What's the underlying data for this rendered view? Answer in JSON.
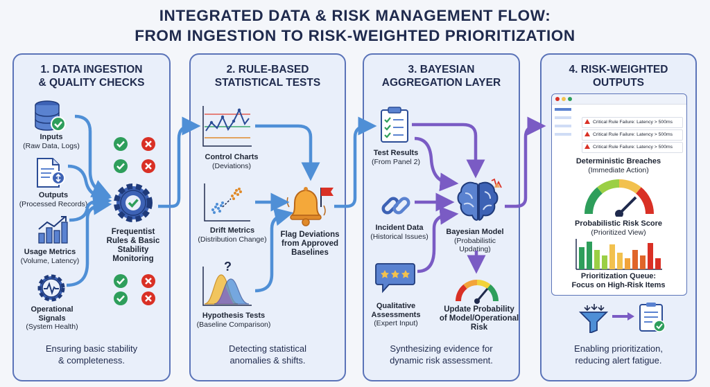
{
  "title": {
    "line1": "INTEGRATED DATA & RISK MANAGEMENT FLOW:",
    "line2": "FROM INGESTION TO RISK-WEIGHTED PRIORITIZATION"
  },
  "panel1": {
    "heading_line1": "1. DATA INGESTION",
    "heading_line2": "& QUALITY CHECKS",
    "inputs": {
      "title": "Inputs",
      "subtitle": "(Raw Data, Logs)"
    },
    "outputs": {
      "title": "Outputs",
      "subtitle": "(Processed Records)"
    },
    "usage": {
      "title": "Usage Metrics",
      "subtitle": "(Volume, Latency)"
    },
    "signals": {
      "title_line1": "Operational",
      "title_line2": "Signals",
      "subtitle": "(System Health)"
    },
    "engine_line1": "Frequentist",
    "engine_line2": "Rules & Basic",
    "engine_line3": "Stability",
    "engine_line4": "Monitoring",
    "footer_line1": "Ensuring basic stability",
    "footer_line2": "& completeness."
  },
  "panel2": {
    "heading_line1": "2. RULE-BASED",
    "heading_line2": "STATISTICAL TESTS",
    "control": {
      "title": "Control Charts",
      "subtitle": "(Deviations)"
    },
    "drift": {
      "title": "Drift Metrics",
      "subtitle": "(Distribution Change)"
    },
    "hypothesis": {
      "title": "Hypothesis Tests",
      "subtitle": "(Baseline Comparison)",
      "mark": "?"
    },
    "flag_line1": "Flag Deviations",
    "flag_line2": "from Approved",
    "flag_line3": "Baselines",
    "footer_line1": "Detecting statistical",
    "footer_line2": "anomalies & shifts."
  },
  "panel3": {
    "heading_line1": "3. BAYESIAN",
    "heading_line2": "AGGREGATION LAYER",
    "tests": {
      "title": "Test Results",
      "subtitle": "(From Panel 2)"
    },
    "incident": {
      "title": "Incident Data",
      "subtitle": "(Historical Issues)"
    },
    "qualitative": {
      "title_line1": "Qualitative",
      "title_line2": "Assessments",
      "subtitle": "(Expert Input)"
    },
    "model": {
      "title": "Bayesian Model",
      "subtitle_line1": "(Probabilistic",
      "subtitle_line2": "Updating)"
    },
    "update_line1": "Update Probability",
    "update_line2": "of Model/Operational",
    "update_line3": "Risk",
    "footer_line1": "Synthesizing evidence for",
    "footer_line2": "dynamic risk assessment."
  },
  "panel4": {
    "heading_line1": "4. RISK-WEIGHTED",
    "heading_line2": "OUTPUTS",
    "alerts": [
      "Critical Rule Failure: Latency > 500ms",
      "Critical Rule Failure: Latency > 500ms",
      "Critical Rule Failure: Latency > 500ms"
    ],
    "breaches": {
      "title": "Deterministic Breaches",
      "subtitle": "(Immediate Action)"
    },
    "score": {
      "title": "Probabilistic Risk Score",
      "subtitle": "(Prioritized View)"
    },
    "queue": {
      "title": "Prioritization Queue:",
      "subtitle": "Focus on High-Risk Items"
    },
    "footer_line1": "Enabling prioritization,",
    "footer_line2": "reducing alert fatigue."
  },
  "colors": {
    "panel_border": "#5a73b8",
    "panel_fill": "#e9effa",
    "arrow_blue": "#4f8fd6",
    "arrow_purple": "#7a5bc4",
    "title": "#1f2a4d",
    "critical": "#d93025"
  },
  "icons": [
    "database-icon",
    "document-icon",
    "bar-growth-icon",
    "signal-gear-icon",
    "gear-check-icon",
    "check-icon",
    "cross-icon",
    "control-chart-icon",
    "scatter-icon",
    "distribution-icon",
    "bell-flag-icon",
    "clipboard-icon",
    "chain-link-icon",
    "rating-bubble-icon",
    "brain-icon",
    "gauge-icon",
    "dashboard-window-icon",
    "risk-gauge-icon",
    "bar-chart-icon",
    "funnel-icon",
    "checklist-icon"
  ]
}
